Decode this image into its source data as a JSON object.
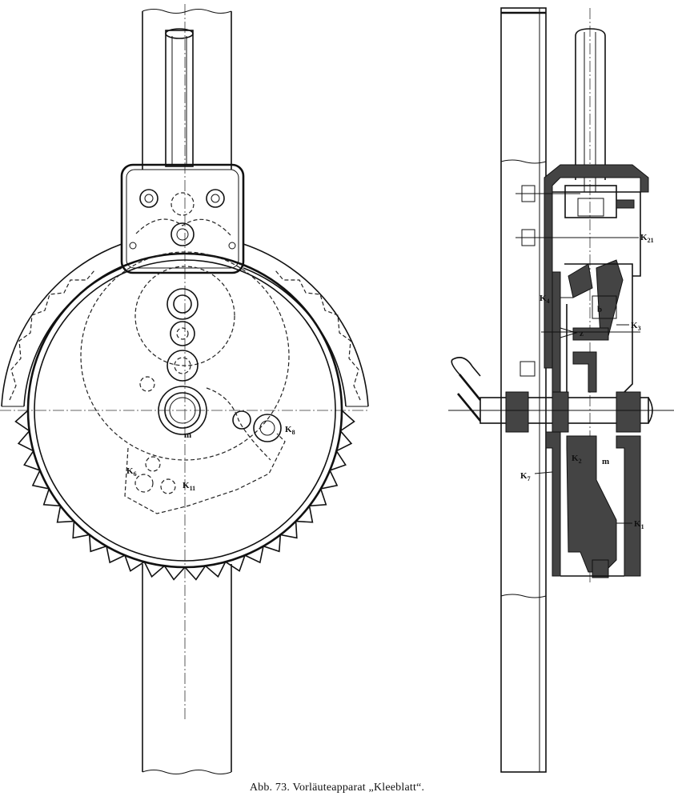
{
  "caption": "Abb. 73. Vorläuteapparat „Kleeblatt“.",
  "labels": {
    "m_front": "m",
    "k8": "K",
    "k8_sub": "8",
    "k6": "K",
    "k6_sub": "6",
    "k11": "K",
    "k11_sub": "11",
    "k21": "K",
    "k21_sub": "21",
    "k4": "K",
    "k4_sub": "4",
    "b": "b",
    "k3": "K",
    "k3_sub": "3",
    "z": "z",
    "k7": "K",
    "k7_sub": "7",
    "k2": "K",
    "k2_sub": "2",
    "m_side": "m",
    "k1": "K",
    "k1_sub": "1"
  }
}
